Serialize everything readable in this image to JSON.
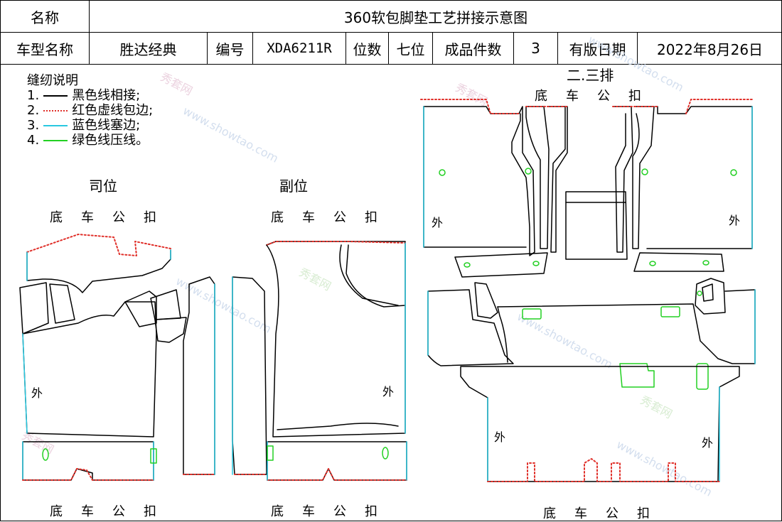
{
  "header": {
    "name_label": "名称",
    "title": "360软包脚垫工艺拼接示意图",
    "model_label": "车型名称",
    "model_value": "胜达经典",
    "code_label": "编号",
    "code_value": "XDA6211R",
    "seat_label": "位数",
    "seat_value": "七位",
    "count_label": "成品件数",
    "count_value": "3",
    "date_label": "有版日期",
    "date_value": "2022年8月26日"
  },
  "legend": {
    "title": "缝纫说明",
    "items": [
      {
        "num": "1.",
        "text": "黑色线相接;",
        "color": "#000000",
        "style": "solid"
      },
      {
        "num": "2.",
        "text": "红色虚线包边;",
        "color": "#e0302a",
        "style": "dotted"
      },
      {
        "num": "3.",
        "text": "蓝色线塞边;",
        "color": "#29c8e0",
        "style": "solid"
      },
      {
        "num": "4.",
        "text": "绿色线压线。",
        "color": "#22d022",
        "style": "solid"
      }
    ]
  },
  "sections": {
    "driver": "司位",
    "passenger": "副位",
    "third_row": "二.三排"
  },
  "labels": {
    "clip": "底车公扣",
    "outer": "外"
  },
  "watermark": {
    "brand": "秀套网",
    "site": "www.showtao.com"
  },
  "colors": {
    "black_line": "#000000",
    "red_dotted": "#e0302a",
    "blue_line": "#29c8e0",
    "green_line": "#22d022"
  }
}
